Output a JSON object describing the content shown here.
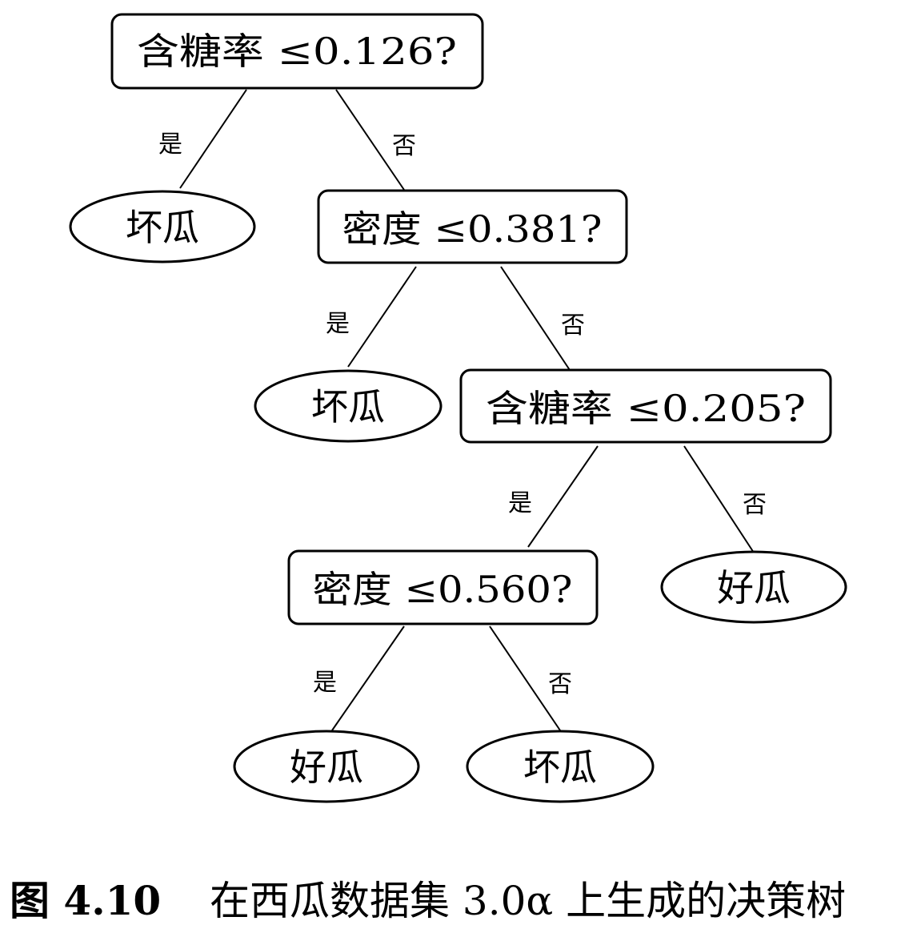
{
  "nodes": {
    "root": "含糖率 ≤0.126?",
    "density1": "密度 ≤0.381?",
    "sugar2": "含糖率 ≤0.205?",
    "density2": "密度 ≤0.560?",
    "leaf_bad_1": "坏瓜",
    "leaf_bad_2": "坏瓜",
    "leaf_good_1": "好瓜",
    "leaf_good_2": "好瓜",
    "leaf_bad_3": "坏瓜"
  },
  "edges": {
    "root_yes": "是",
    "root_no": "否",
    "density1_yes": "是",
    "density1_no": "否",
    "sugar2_yes": "是",
    "sugar2_no": "否",
    "density2_yes": "是",
    "density2_no": "否"
  },
  "caption": {
    "label": "图 4.10",
    "text": "在西瓜数据集 3.0α 上生成的决策树"
  }
}
